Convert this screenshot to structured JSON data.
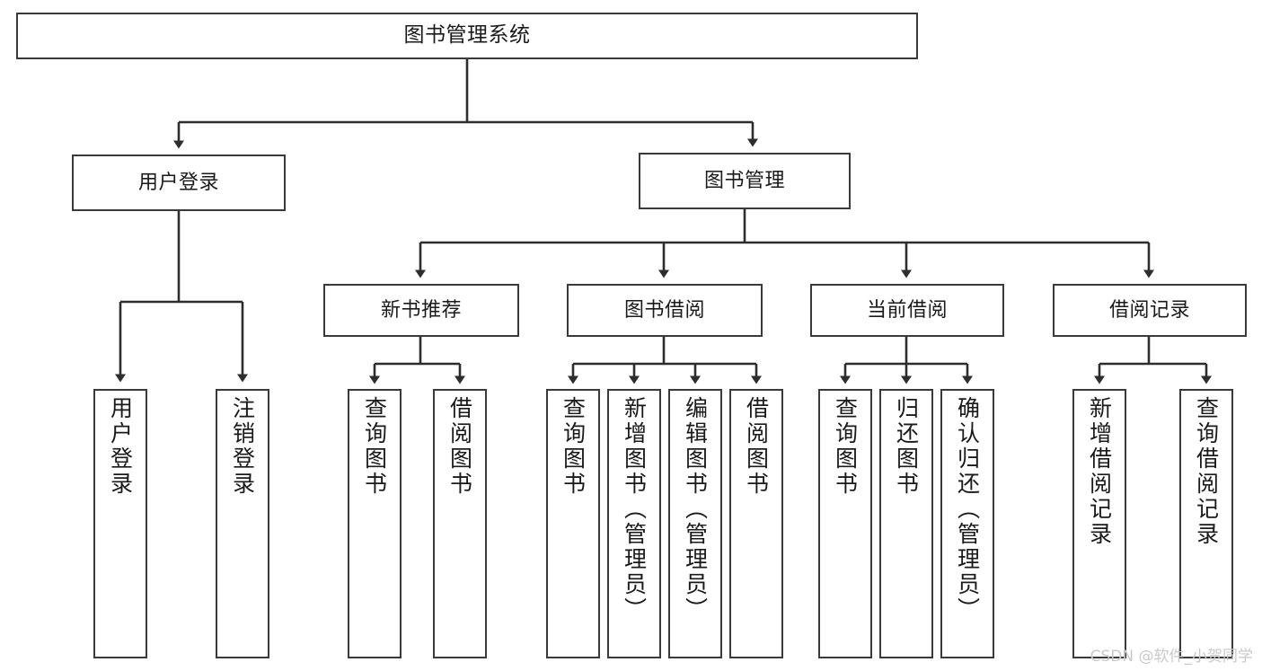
{
  "diagram": {
    "title": "图书管理系统",
    "type": "tree",
    "watermark": "CSDN @软件_小贺同学",
    "colors": {
      "box_border": "#3a3a3a",
      "box_fill": "#ffffff",
      "edge": "#2d2d2d",
      "text": "#1a1a1a",
      "watermark": "#c9c9c9",
      "background": "#ffffff"
    },
    "root": {
      "label": "图书管理系统"
    },
    "level2": [
      {
        "label": "用户登录"
      },
      {
        "label": "图书管理"
      }
    ],
    "level3": [
      {
        "label": "新书推荐"
      },
      {
        "label": "图书借阅"
      },
      {
        "label": "当前借阅"
      },
      {
        "label": "借阅记录"
      }
    ],
    "leaves": {
      "user_login": [
        {
          "label": "用户登录"
        },
        {
          "label": "注销登录"
        }
      ],
      "new_book_recommend": [
        {
          "label": "查询图书"
        },
        {
          "label": "借阅图书"
        }
      ],
      "book_borrow": [
        {
          "label": "查询图书"
        },
        {
          "label": "新增图书（管理员）"
        },
        {
          "label": "编辑图书（管理员）"
        },
        {
          "label": "借阅图书"
        }
      ],
      "current_borrow": [
        {
          "label": "查询图书"
        },
        {
          "label": "归还图书"
        },
        {
          "label": "确认归还（管理员）"
        }
      ],
      "borrow_record": [
        {
          "label": "新增借阅记录"
        },
        {
          "label": "查询借阅记录"
        }
      ]
    }
  }
}
